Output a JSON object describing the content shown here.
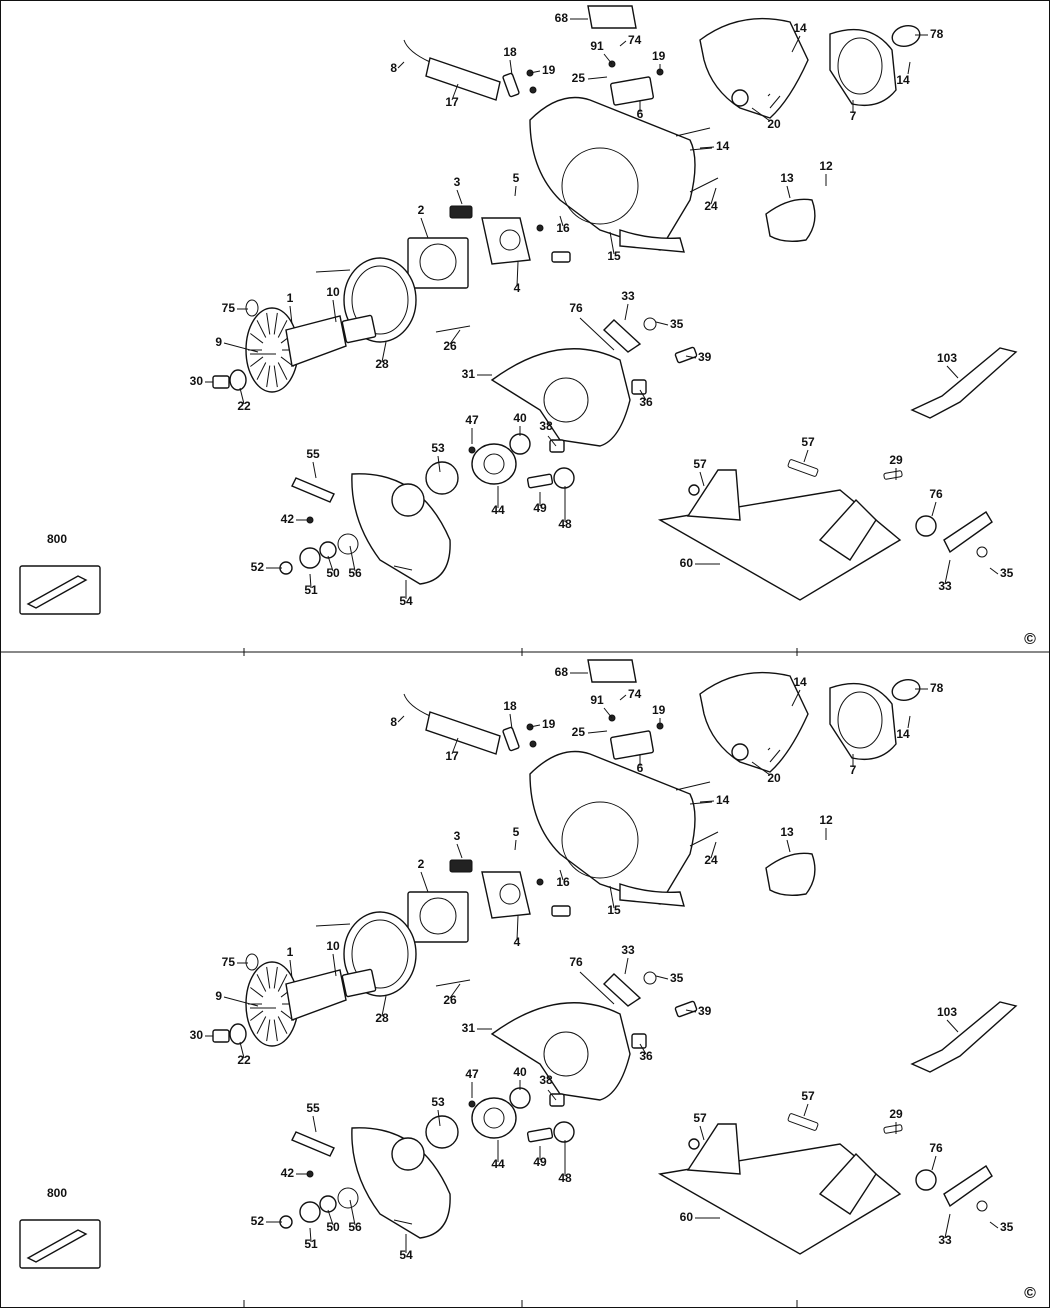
{
  "copyright_symbol": "©",
  "diagram_panels": [
    {
      "panel": "top"
    },
    {
      "panel": "bottom"
    }
  ],
  "part_labels": [
    {
      "ref": "68"
    },
    {
      "ref": "91"
    },
    {
      "ref": "74"
    },
    {
      "ref": "18"
    },
    {
      "ref": "19"
    },
    {
      "ref": "19b",
      "text": "19"
    },
    {
      "ref": "25"
    },
    {
      "ref": "6"
    },
    {
      "ref": "8"
    },
    {
      "ref": "17"
    },
    {
      "ref": "14"
    },
    {
      "ref": "14b",
      "text": "14"
    },
    {
      "ref": "14c",
      "text": "14"
    },
    {
      "ref": "78"
    },
    {
      "ref": "7"
    },
    {
      "ref": "20"
    },
    {
      "ref": "13"
    },
    {
      "ref": "12"
    },
    {
      "ref": "24"
    },
    {
      "ref": "3"
    },
    {
      "ref": "5"
    },
    {
      "ref": "2"
    },
    {
      "ref": "16"
    },
    {
      "ref": "15"
    },
    {
      "ref": "4"
    },
    {
      "ref": "75"
    },
    {
      "ref": "1"
    },
    {
      "ref": "10"
    },
    {
      "ref": "9"
    },
    {
      "ref": "28"
    },
    {
      "ref": "26"
    },
    {
      "ref": "30"
    },
    {
      "ref": "22"
    },
    {
      "ref": "33"
    },
    {
      "ref": "35"
    },
    {
      "ref": "76"
    },
    {
      "ref": "39"
    },
    {
      "ref": "31"
    },
    {
      "ref": "36"
    },
    {
      "ref": "103"
    },
    {
      "ref": "47"
    },
    {
      "ref": "40"
    },
    {
      "ref": "38"
    },
    {
      "ref": "55"
    },
    {
      "ref": "53"
    },
    {
      "ref": "57"
    },
    {
      "ref": "57b",
      "text": "57"
    },
    {
      "ref": "29"
    },
    {
      "ref": "44"
    },
    {
      "ref": "49"
    },
    {
      "ref": "48"
    },
    {
      "ref": "42"
    },
    {
      "ref": "76b",
      "text": "76"
    },
    {
      "ref": "800"
    },
    {
      "ref": "52"
    },
    {
      "ref": "50"
    },
    {
      "ref": "56"
    },
    {
      "ref": "51"
    },
    {
      "ref": "54"
    },
    {
      "ref": "60"
    },
    {
      "ref": "33b",
      "text": "33"
    },
    {
      "ref": "35b",
      "text": "35"
    }
  ]
}
